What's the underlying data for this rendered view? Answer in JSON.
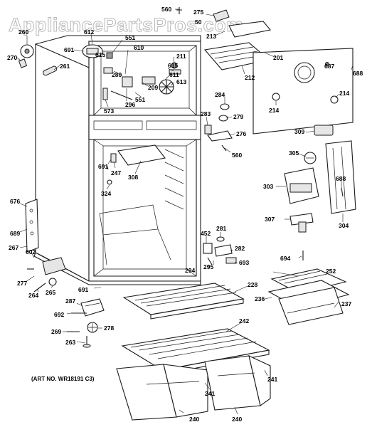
{
  "watermark": "AppliancePartsPros.com",
  "art_number": "(ART NO. WR18191 C3)",
  "callouts": {
    "p560_top": "560",
    "p275": "275",
    "p50": "50",
    "p213": "213",
    "p260": "260",
    "p612": "612",
    "p551a": "551",
    "p691a": "691",
    "p615a": "615",
    "p610": "610",
    "p211": "211",
    "p270": "270",
    "p261": "261",
    "p280": "280",
    "p615b": "615",
    "p209": "209",
    "p611": "611",
    "p613": "613",
    "p573": "573",
    "p296": "296",
    "p551b": "551",
    "p212": "212",
    "p201": "201",
    "p687": "687",
    "p688a": "688",
    "p284": "284",
    "p214a": "214",
    "p214b": "214",
    "p283": "283",
    "p279": "279",
    "p276": "276",
    "p560b": "560",
    "p309": "309",
    "p305": "305",
    "p691b": "691",
    "p247": "247",
    "p308": "308",
    "p324": "324",
    "p303": "303",
    "p688b": "688",
    "p676": "676",
    "p689": "689",
    "p267": "267",
    "p602": "602",
    "p307": "307",
    "p304": "304",
    "p452": "452",
    "p281": "281",
    "p282": "282",
    "p694": "694",
    "p294": "294",
    "p295": "295",
    "p693": "693",
    "p277": "277",
    "p264": "264",
    "p265": "265",
    "p691c": "691",
    "p252": "252",
    "p228": "228",
    "p287": "287",
    "p236": "236",
    "p692": "692",
    "p237": "237",
    "p242": "242",
    "p269": "269",
    "p278": "278",
    "p263": "263",
    "p241a": "241",
    "p241b": "241",
    "p240a": "240",
    "p240b": "240"
  }
}
